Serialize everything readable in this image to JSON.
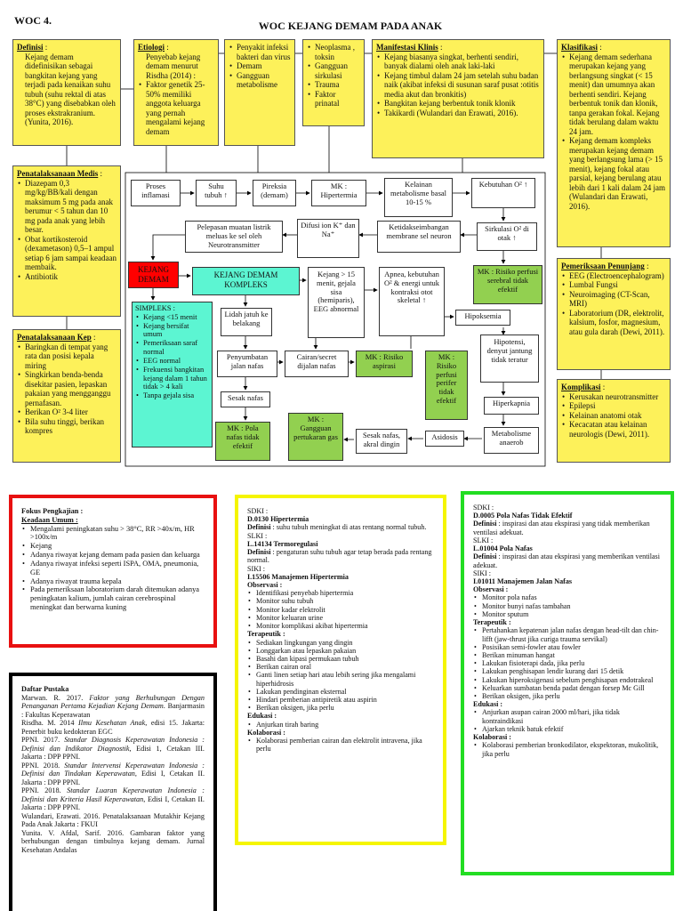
{
  "header": {
    "code": "WOC 4.",
    "title": "WOC KEJANG DEMAM PADA ANAK"
  },
  "top": {
    "definisi": {
      "title": "Definisi",
      "colon": " :",
      "text": "Kejang demam didefinisikan sebagai bangkitan kejang yang terjadi pada kenaikan suhu tubuh (suhu rektal di atas 38°C) yang disebabkan oleh proses ekstrakranium. (Yunita, 2016)."
    },
    "etiologi": {
      "title": "Etiologi",
      "colon": " :",
      "lines": [
        "Penyebab kejang",
        "demam menurut",
        "Risdha (2014) :"
      ],
      "items": [
        "Faktor genetik 25-50% memiliki anggota keluarga yang pernah mengalami kejang demam"
      ]
    },
    "penyakit": {
      "items": [
        "Penyakit infeksi bakteri dan virus",
        "Demam",
        "Gangguan metabolisme"
      ]
    },
    "neoplasma": {
      "items": [
        "Neoplasma , toksin",
        "Gangguan sirkulasi",
        "Trauma",
        "Faktor prinatal"
      ]
    },
    "manifestasi": {
      "title": "Manifestasi Klinis",
      "colon": " :",
      "items": [
        "Kejang biasanya singkat, berhenti sendiri, banyak dialami oleh anak laki-laki",
        "Kejang timbul dalam 24 jam setelah suhu badan naik (akibat infeksi di susunan saraf pusat :otitis media akut dan bronkitis)",
        "Bangkitan kejang berbentuk tonik klonik",
        "Takikardi (Wulandari dan Erawati, 2016)."
      ]
    },
    "klasifikasi": {
      "title": "Klasifikasi",
      "colon": " :",
      "items": [
        "Kejang demam sederhana merupakan kejang yang berlangsung singkat (< 15 menit) dan umumnya akan berhenti sendiri. Kejang berbentuk tonik dan klonik, tanpa gerakan fokal. Kejang tidak berulang dalam waktu 24 jam.",
        "Kejang demam kompleks merupakan kejang demam yang berlangsung lama (> 15 menit), kejang fokal atau parsial, kejang berulang atau lebih dari 1 kali dalam 24 jam (Wulandari dan Erawati, 2016)."
      ]
    }
  },
  "left": {
    "penatalaksanaan_medis": {
      "title": "Penatalaksanaan Medis",
      "colon": " :",
      "items": [
        "Diazepam 0,3 mg/kg/BB/kali dengan maksimum 5 mg pada anak berumur < 5 tahun dan 10 mg pada anak yang lebih besar.",
        "Obat kortikosteroid (dexametason) 0,5–1 ampul setiap 6 jam sampai keadaan membaik.",
        "Antibiotik"
      ]
    },
    "penatalaksanaan_kep": {
      "title": "Penatalaksanaan Kep",
      "colon": " :",
      "items": [
        "Baringkan di tempat yang rata dan posisi kepala miring",
        "Singkirkan benda-benda disekitar pasien, lepaskan pakaian yang mengganggu pernafasan.",
        "Berikan O² 3-4 liter",
        "Bila suhu tinggi, berikan kompres"
      ]
    }
  },
  "right": {
    "pemeriksaan": {
      "title": "Pemeriksaan Penunjang",
      "colon": " :",
      "items": [
        "EEG (Electroencephalogram)",
        "Lumbal Fungsi",
        "Neuroimaging (CT-Scan, MRI)",
        "Laboratorium (DR, elektrolit, kalsium, fosfor, magnesium, atau gula darah (Dewi, 2011)."
      ]
    },
    "komplikasi": {
      "title": "Komplikasi",
      "colon": " :",
      "items": [
        "Kerusakan neurotransmitter",
        "Epilepsi",
        "Kelainan anatomi otak",
        "Kecacatan atau kelainan neurologis (Dewi, 2011)."
      ]
    }
  },
  "flow": {
    "proses": "Proses inflamasi",
    "suhu": "Suhu tubuh ↑",
    "pireksia": "Pireksia (demam)",
    "mk_hipertermia": "MK : Hipertermia",
    "kelainan": "Kelainan metabolisme basal 10-15 %",
    "kebutuhan": "Kebutuhan O² ↑",
    "pelepasan": "Pelepasan muatan listrik meluas ke sel oleh Neurotransmitter",
    "difusi": "Difusi ion K⁺ dan Na⁺",
    "ketidak": "Ketidakseimbangan membrane sel neuron",
    "sirkulasi": "Sirkulasi O² di otak ↑",
    "kejang_demam": "KEJANG DEMAM",
    "kejang_kompleks": "KEJANG DEMAM KOMPLEKS",
    "kejang15": "Kejang > 15 menit, gejala sisa (hemiparis), EEG abnormal",
    "apnea": "Apnea, kebutuhan O² & energi untuk kontraksi otot skeletal ↑",
    "mk_perfusi_serebral": "MK : Risiko perfusi serebral tidak efektif",
    "hipoksemia": "Hipoksemia",
    "simpleks": {
      "title": "SIMPLEKS :",
      "items": [
        "Kejang <15 menit",
        "Kejang bersifat umum",
        "Pemeriksaan saraf normal",
        "EEG normal",
        "Frekuensi bangkitan kejang dalam 1 tahun tidak > 4 kali",
        "Tanpa gejala sisa"
      ]
    },
    "lidah": "Lidah jatuh ke belakang",
    "penyumbatan": "Penyumbatan jalan nafas",
    "cairan": "Cairan/secret dijalan nafas",
    "mk_aspirasi": "MK : Risiko aspirasi",
    "mk_perifer": "MK : Risiko perfusi perifer tidak efektif",
    "hipotensi": "Hipotensi, denyut jantung tidak teratur",
    "sesak": "Sesak nafas",
    "hiperkapnia": "Hiperkapnia",
    "mk_pola": "MK : Pola nafas tidak efektif",
    "mk_gangguan": "MK : Gangguan pertukaran gas",
    "sesak_akral": "Sesak nafas, akral dingin",
    "asidosis": "Asidosis",
    "metabolisme": "Metabolisme anaerob"
  },
  "red": {
    "title": "Fokus Pengkajian :",
    "subtitle": "Keadaan Umum :",
    "items": [
      "Mengalami peningkatan suhu > 38°C, RR >40x/m, HR >100x/m",
      "Kejang",
      "Adanya riwayat kejang demam pada pasien dan keluarga",
      "Adanya riwayat infeksi seperti ISPA, OMA, pneumonia, GE",
      "Adanya riwayat trauma kepala",
      "Pada pemeriksaan laboratorium darah ditemukan adanya peningkatan kalium, jumlah cairan cerebrospinal meningkat dan berwarna kuning"
    ]
  },
  "black": {
    "title": "Daftar Pustaka",
    "refs": [
      {
        "text": "Marwan. R. 2017. ",
        "italic": "Faktor yang Berhubungan Dengan Penanganan Pertama Kejadian Kejang Demam",
        "rest": ". Banjarmasin : Fakultas Keperawatan"
      },
      {
        "text": "Risdha. M. 2014 ",
        "italic": "Ilmu Kesehatan Anak",
        "rest": ", edisi 15. Jakarta: Penerbit buku kedokteran EGC"
      },
      {
        "text": "PPNI. 2017. ",
        "italic": "Standar Diagnosis Keperawatan Indonesia : Definisi dan Indikator Diagnostik",
        "rest": ", Edisi 1, Cetakan III. Jakarta : DPP PPNI."
      },
      {
        "text": "PPNI. 2018. ",
        "italic": "Standar Intervensi Keperawatan Indonesia : Definisi dan Tindakan Keperawatan",
        "rest": ", Edisi I, Cetakan II. Jakarta : DPP PPNI."
      },
      {
        "text": "PPNI. 2018. ",
        "italic": "Standar Luaran Keperawatan Indonesia : Definisi dan Kriteria Hasil Keperawatan",
        "rest": ", Edisi I, Cetakan II. Jakarta : DPP PPNI."
      },
      {
        "text": "Wulandari, Erawati. 2016. Penatalaksanaan Mutakhir Kejang Pada Anak Jakarta : FKUI",
        "italic": "",
        "rest": ""
      },
      {
        "text": "Yunita. V. Afdal, Sarif. 2016. Gambaran faktor yang berhubungan dengan timbulnya kejang demam. Jurnal Kesehatan Andalas",
        "italic": "",
        "rest": ""
      }
    ]
  },
  "yellow": {
    "sdki": "SDKI :",
    "sdki_code": "D.0130 Hipertermia",
    "def_label": "Definisi",
    "def1": " : suhu tubuh meningkat di atas rentang normal tubuh.",
    "slki": "SLKI :",
    "slki_code": "L.14134 Termoregulasi",
    "def2": " : pengaturan suhu tubuh agar tetap berada pada rentang normal.",
    "siki": "SIKI :",
    "siki_code": "I.15506 Manajemen Hipertermia",
    "obs": "Observasi :",
    "obs_items": [
      "Identifikasi penyebab hipertermia",
      "Monitor suhu tubuh",
      "Monitor kadar elektrolit",
      "Monitor keluaran urine",
      "Monitor komplikasi akibat hipertermia"
    ],
    "ter": "Terapeutik :",
    "ter_items": [
      "Sediakan lingkungan yang dingin",
      "Longgarkan atau lepaskan pakaian",
      "Basahi dan kipasi permukaan tubuh",
      "Berikan cairan oral",
      "Ganti linen setiap hari atau lebih sering jika mengalami hiperhidrosis",
      "Lakukan pendinginan eksternal",
      "Hindari pemberian antipiretik atau aspirin",
      "Berikan oksigen, jika perlu"
    ],
    "edu": "Edukasi :",
    "edu_items": [
      "Anjurkan tirah baring"
    ],
    "kol": "Kolaborasi :",
    "kol_items": [
      "Kolaborasi pemberian cairan dan elektrolit intravena, jika perlu"
    ]
  },
  "green": {
    "sdki": "SDKI :",
    "sdki_code": "D.0005 Pola Nafas Tidak Efektif",
    "def_label": "Definisi",
    "def1": " : inspirasi dan atau ekspirasi yang tidak memberikan ventilasi adekuat.",
    "slki": "SLKI :",
    "slki_code": "L.01004 Pola Nafas",
    "def2": " : inspirasi dan atau ekspirasi yang memberikan ventilasi adekuat.",
    "siki": "SIKI :",
    "siki_code": "I.01011 Manajemen Jalan Nafas",
    "obs": "Observasi :",
    "obs_items": [
      "Monitor pola nafas",
      "Monitor bunyi nafas tambahan",
      "Monitor sputum"
    ],
    "ter": "Terapeutik :",
    "ter_items": [
      "Pertahankan kepatenan jalan nafas dengan head-tilt dan chin-lifft (jaw-thrust jika curiga trauma servikal)",
      "Posisikan semi-fowler atau fowler",
      "Berikan minuman hangat",
      "Lakukan fisioterapi dada, jika perlu",
      "Lakukan penghisapan lendir kurang dari 15 detik",
      "Lakukan hiperoksigenasi sebelum penghisapan endotrakeal",
      "Keluarkan sumbatan benda padat dengan forsep Mc Gill",
      "Berikan oksigen, jika perlu"
    ],
    "edu": "Edukasi :",
    "edu_items": [
      "Anjurkan asupan cairan 2000 ml/hari, jika tidak kontraindikasi",
      "Ajarkan teknik batuk efektif"
    ],
    "kol": "Kolaborasi :",
    "kol_items": [
      "Kolaborasi pemberian bronkodilator, ekspektoran, mukolitik, jika perlu"
    ]
  },
  "colors": {
    "yellow": "#fdf15a",
    "green": "#92d050",
    "cyan": "#5cf5d2",
    "red": "#ff0000",
    "frame_red": "#e81010",
    "frame_yellow": "#f5f500",
    "frame_green": "#22dd22"
  }
}
